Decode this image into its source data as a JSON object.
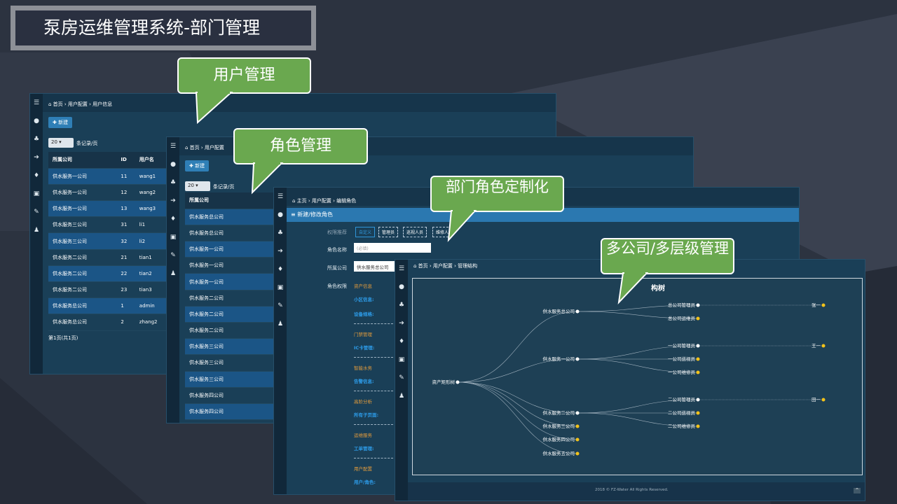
{
  "slide_title": "泵房运维管理系统-部门管理",
  "callouts": {
    "user_mgmt": "用户管理",
    "role_mgmt": "角色管理",
    "dept_role": "部门角色定制化",
    "multi_company": "多公司/多层级管理"
  },
  "win1": {
    "breadcrumb": [
      "首页",
      "用户配置",
      "用户信息"
    ],
    "new_button": "新建",
    "page_size": "20",
    "per_page_label": "条记录/页",
    "columns": [
      "所属公司",
      "ID",
      "用户名"
    ],
    "rows": [
      [
        "供水服务一公司",
        "11",
        "wang1"
      ],
      [
        "供水服务一公司",
        "12",
        "wang2"
      ],
      [
        "供水服务一公司",
        "13",
        "wang3"
      ],
      [
        "供水服务三公司",
        "31",
        "li1"
      ],
      [
        "供水服务三公司",
        "32",
        "li2"
      ],
      [
        "供水服务二公司",
        "21",
        "tian1"
      ],
      [
        "供水服务二公司",
        "22",
        "tian2"
      ],
      [
        "供水服务二公司",
        "23",
        "tian3"
      ],
      [
        "供水服务总公司",
        "1",
        "admin"
      ],
      [
        "供水服务总公司",
        "2",
        "zhang2"
      ]
    ],
    "pager": "第1页(共1页)"
  },
  "win2": {
    "breadcrumb": [
      "首页",
      "用户配置"
    ],
    "new_button": "新建",
    "page_size": "20",
    "per_page_label": "条记录/页",
    "column": "所属公司",
    "rows": [
      "供水服务总公司",
      "供水服务总公司",
      "供水服务一公司",
      "供水服务一公司",
      "供水服务一公司",
      "供水服务二公司",
      "供水服务二公司",
      "供水服务二公司",
      "供水服务三公司",
      "供水服务三公司",
      "供水服务三公司",
      "供水服务四公司",
      "供水服务四公司"
    ]
  },
  "win3": {
    "breadcrumb": [
      "主页",
      "用户配置",
      "编辑角色"
    ],
    "panel_title": "新建/修改角色",
    "perm_recommend_label": "权限推荐",
    "perm_tags": [
      "自定义",
      "管理员",
      "巡视人员",
      "维修人"
    ],
    "role_name_label": "角色名称",
    "role_name_placeholder": "(必填)",
    "company_label": "所属公司",
    "company_value": "供水服务总公司",
    "role_perm_label": "角色权限",
    "perm_groups": [
      {
        "title": "资产信息",
        "items": [
          "小区信息:",
          "设备规格:"
        ]
      },
      {
        "title": "门禁管理",
        "items": [
          "IC卡管理:"
        ]
      },
      {
        "title": "智能水务",
        "items": [
          "告警信息:"
        ]
      },
      {
        "title": "高阶分析",
        "items": [
          "所有子页面:"
        ]
      },
      {
        "title": "运维服务",
        "items": [
          "工单管理:"
        ]
      },
      {
        "title": "用户配置",
        "items": [
          "用户/角色:"
        ]
      }
    ]
  },
  "win4": {
    "breadcrumb": [
      "首页",
      "用户配置",
      "管理结构"
    ],
    "tree_title": "构树",
    "root": "资产矩形树",
    "companies": [
      "供水服务总公司",
      "供水服务一公司",
      "供水服务二公司",
      "供水服务三公司",
      "供水服务四公司",
      "供水服务五公司"
    ],
    "roles": [
      "总公司管理员",
      "总公司运维员",
      "一公司管理员",
      "一公司巡视员",
      "一公司维修员",
      "二公司管理员",
      "二公司巡视员",
      "二公司维修员"
    ],
    "people": [
      "张一",
      "王一",
      "田一"
    ],
    "footer": "2018 © FZ-Water All Rights Reserved."
  }
}
